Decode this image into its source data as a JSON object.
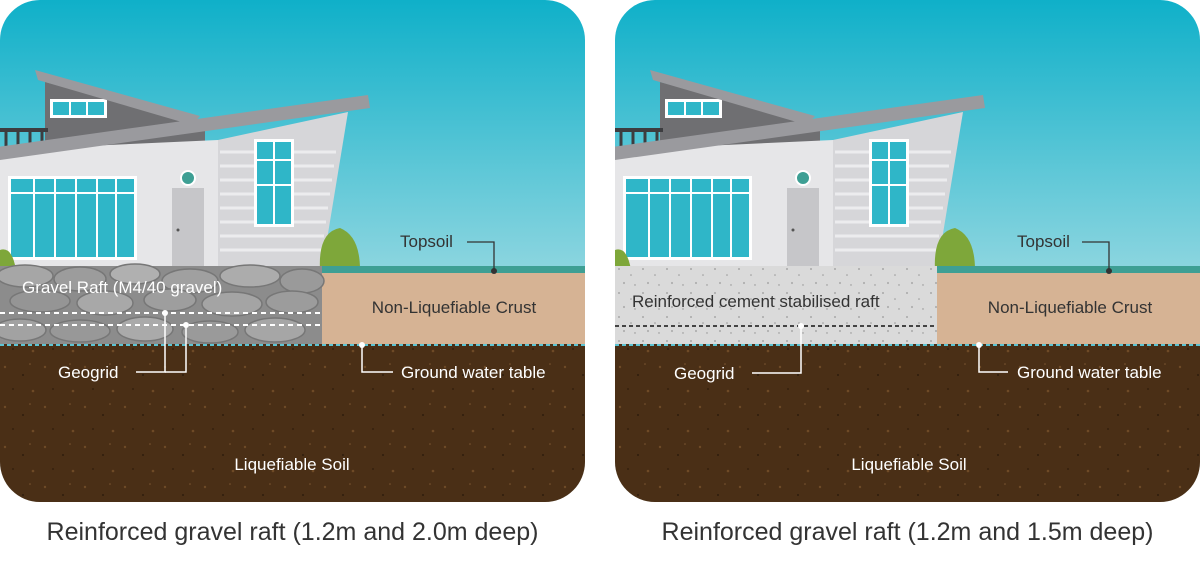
{
  "panels": [
    {
      "caption": "Reinforced gravel raft (1.2m and 2.0m deep)",
      "labels": {
        "topsoil": "Topsoil",
        "raft": "Gravel Raft (M4/40 gravel)",
        "crust": "Non-Liquefiable Crust",
        "geogrid": "Geogrid",
        "ground_water": "Ground water table",
        "liquefiable": "Liquefiable Soil"
      }
    },
    {
      "caption": "Reinforced gravel raft (1.2m and 1.5m deep)",
      "labels": {
        "topsoil": "Topsoil",
        "raft": "Reinforced cement stabilised raft",
        "crust": "Non-Liquefiable Crust",
        "geogrid": "Geogrid",
        "ground_water": "Ground water table",
        "liquefiable": "Liquefiable Soil"
      }
    }
  ],
  "colors": {
    "sky_top": "#0fb0c9",
    "sky_bottom": "#e9f5f4",
    "topsoil": "#3e9f94",
    "crust": "#d6b394",
    "liquefiable_soil": "#4a2f16",
    "gravel": "#8c8c8c",
    "cement": "#dadada",
    "window": "#2fb6c8"
  }
}
